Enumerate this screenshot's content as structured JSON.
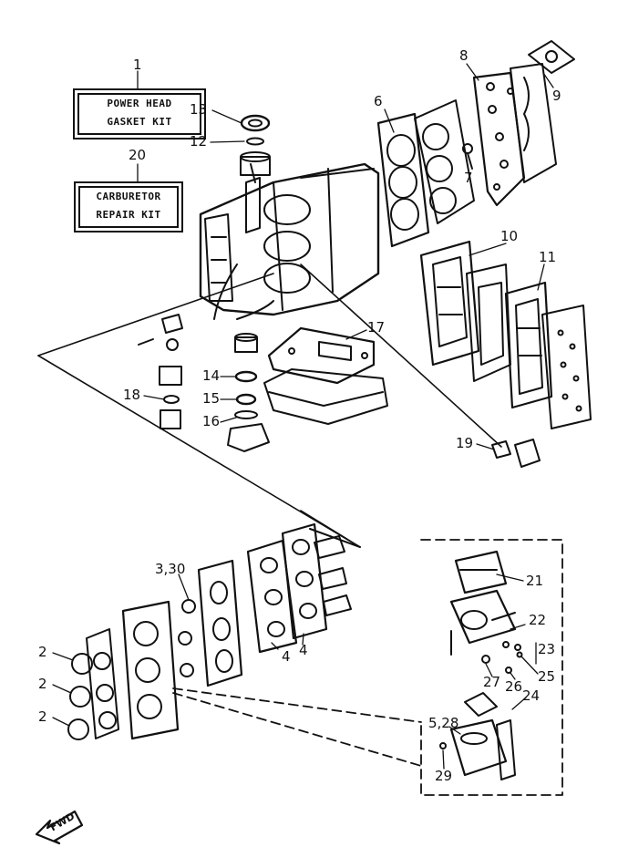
{
  "kits": {
    "power_head": {
      "number": "1",
      "line1": "POWER HEAD",
      "line2": "GASKET KIT"
    },
    "carburetor": {
      "number": "20",
      "line1": "CARBURETOR",
      "line2": "REPAIR KIT"
    }
  },
  "callouts": {
    "p2a": "2",
    "p2b": "2",
    "p2c": "2",
    "p3_30": "3,30",
    "p4a": "4",
    "p4b": "4",
    "p5_28": "5,28",
    "p6": "6",
    "p7": "7",
    "p8": "8",
    "p9": "9",
    "p10": "10",
    "p11": "11",
    "p12": "12",
    "p13": "13",
    "p14": "14",
    "p15": "15",
    "p16": "16",
    "p17": "17",
    "p18": "18",
    "p19": "19",
    "p21": "21",
    "p22": "22",
    "p23": "23",
    "p24": "24",
    "p25": "25",
    "p26": "26",
    "p27": "27",
    "p29": "29"
  },
  "fwd_arrow": {
    "text": "FWD",
    "icon": "fwd-arrow-icon"
  },
  "colors": {
    "ink": "#111111",
    "paper": "#ffffff"
  }
}
